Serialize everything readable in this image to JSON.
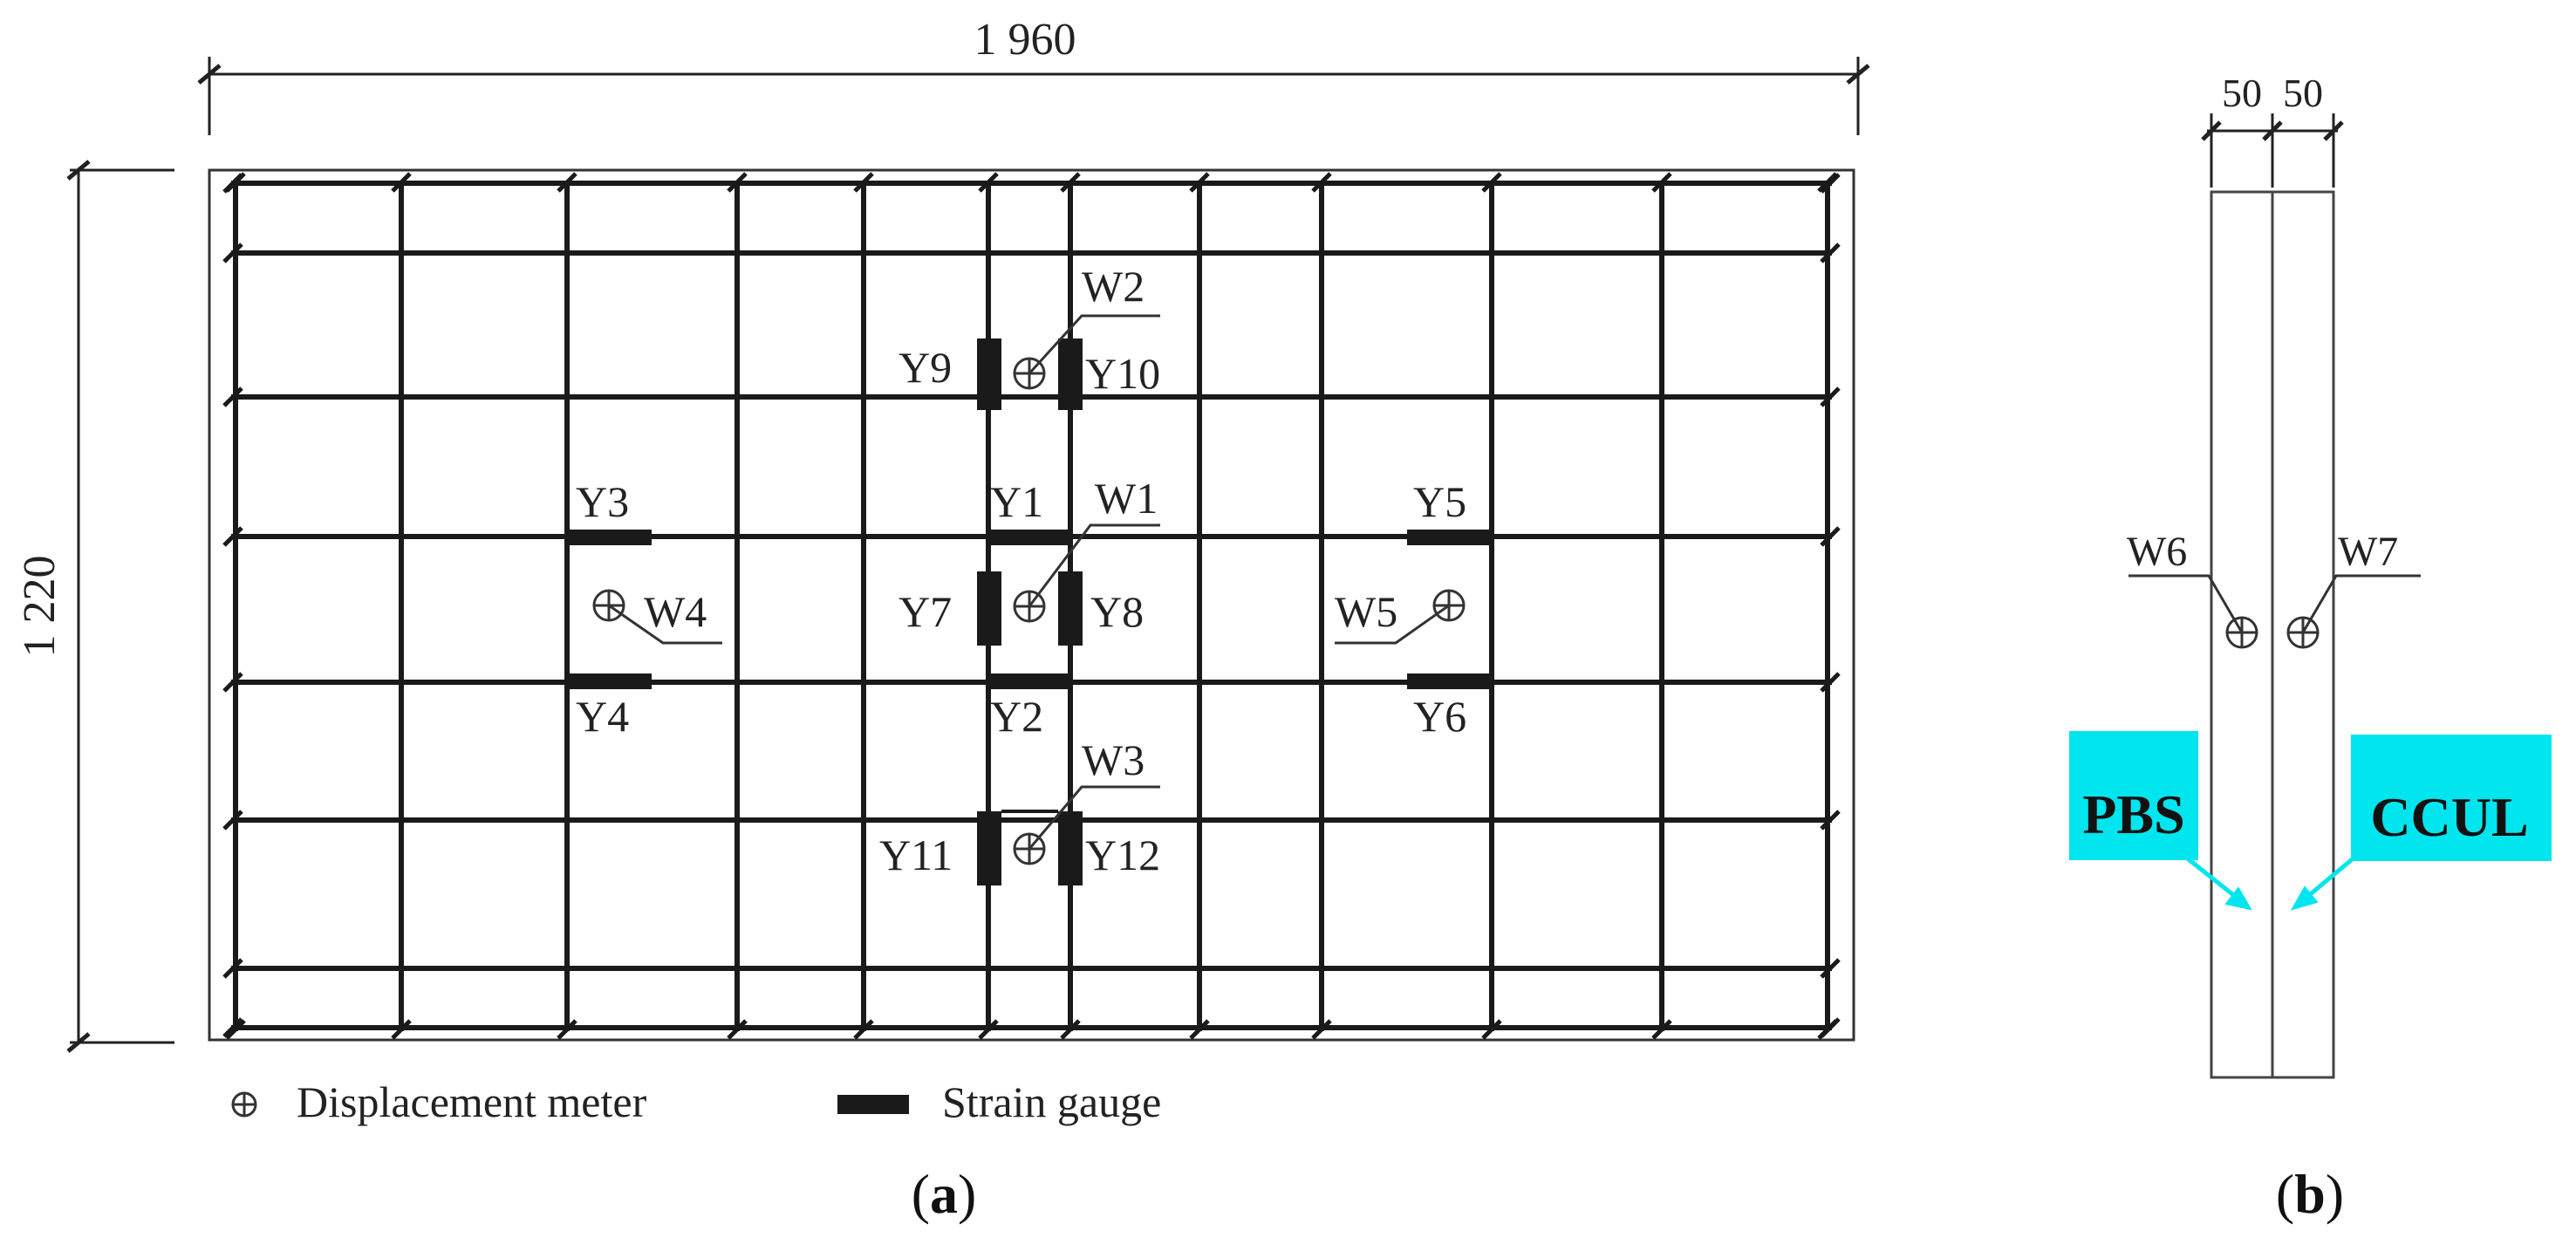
{
  "panel_a": {
    "width_dimension": "1 960",
    "height_dimension": "1 220",
    "gauge_labels": {
      "y1": "Y1",
      "y2": "Y2",
      "y3": "Y3",
      "y4": "Y4",
      "y5": "Y5",
      "y6": "Y6",
      "y7": "Y7",
      "y8": "Y8",
      "y9": "Y9",
      "y10": "Y10",
      "y11": "Y11",
      "y12": "Y12"
    },
    "meter_labels": {
      "w1": "W1",
      "w2": "W2",
      "w3": "W3",
      "w4": "W4",
      "w5": "W5"
    },
    "legend": {
      "displacement_meter": "Displacement meter",
      "strain_gauge": "Strain gauge"
    },
    "caption": {
      "open": "(",
      "letter": "a",
      "close": ")"
    }
  },
  "panel_b": {
    "left_dimension": "50",
    "right_dimension": "50",
    "meter_labels": {
      "w6": "W6",
      "w7": "W7"
    },
    "callouts": {
      "pbs": "PBS",
      "ccul": "CCUL"
    },
    "callout_color": "#00e5ee",
    "caption": {
      "open": "(",
      "letter": "b",
      "close": ")"
    }
  }
}
